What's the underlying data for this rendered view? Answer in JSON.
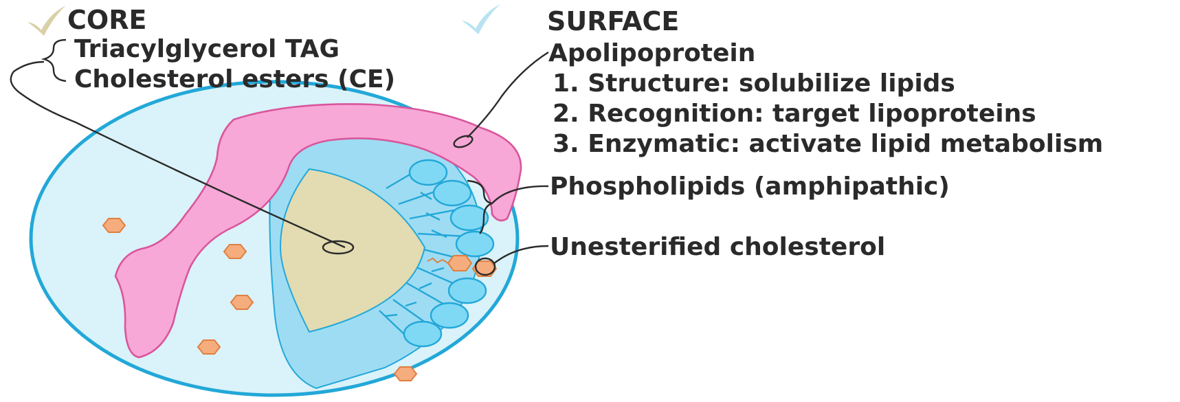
{
  "colors": {
    "core_check": "#d9d0a8",
    "surface_check": "#b9e3f2",
    "outer_fill": "#daf2f9",
    "outline_blue": "#22a8d8",
    "inner_fill": "#9edcf3",
    "core_fill": "#e3dbb1",
    "apolipoprotein_fill": "#f7a8d6",
    "apolipoprotein_stroke": "#d9559c",
    "phospholipid_head": "#7fd9f5",
    "cholesterol_fill": "#f6ad7e",
    "cholesterol_stroke": "#e07f3f",
    "text": "#2a2a2a"
  },
  "icons": {
    "core_check": "checkmark-icon",
    "surface_check": "checkmark-icon"
  },
  "core": {
    "heading": "CORE",
    "items": [
      "Triacylglycerol TAG",
      "Cholesterol esters (CE)"
    ]
  },
  "surface": {
    "heading": "SURFACE",
    "apolipoprotein": {
      "label": "Apolipoprotein",
      "functions": [
        "1. Structure: solubilize lipids",
        "2. Recognition: target lipoproteins",
        "3. Enzymatic: activate lipid metabolism"
      ]
    },
    "phospholipids": "Phospholipids (amphipathic)",
    "cholesterol": "Unesterified cholesterol"
  }
}
